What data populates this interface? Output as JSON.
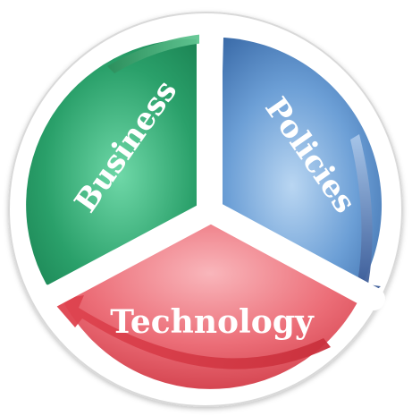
{
  "diagram": {
    "segments": [
      {
        "label": "Business",
        "color": "#2aa06a"
      },
      {
        "label": "Policies",
        "color": "#5a8fc8"
      },
      {
        "label": "Technology",
        "color": "#e8606a"
      }
    ],
    "icons": {
      "arrows": "curved-arrow-icon",
      "separators": "y-divider"
    },
    "colors": {
      "ring": "#ffffff",
      "border": "#dcdcdc",
      "business": "#2aa06a",
      "policies": "#5a8fc8",
      "technology": "#e8606a"
    }
  }
}
